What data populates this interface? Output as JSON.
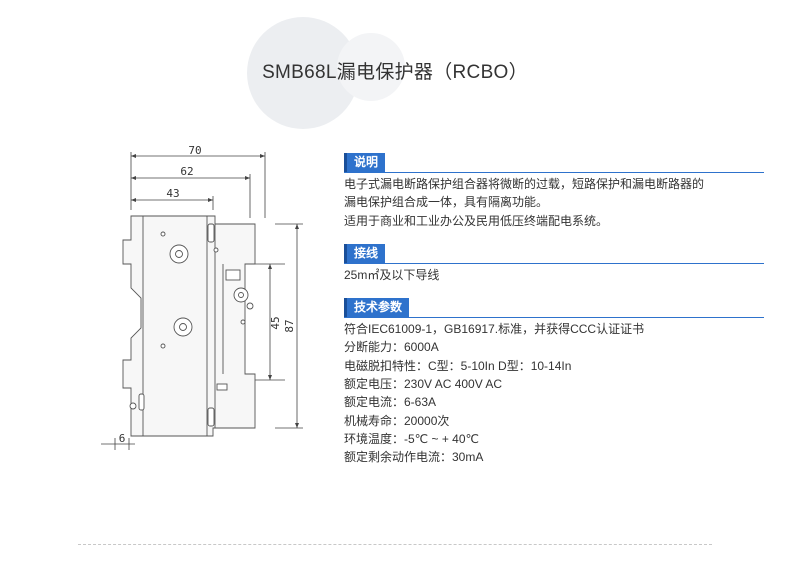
{
  "title": "SMB68L漏电保护器（RCBO）",
  "drawing": {
    "dims": [
      "70",
      "62",
      "43",
      "45",
      "87",
      "6"
    ]
  },
  "sections": [
    {
      "heading": "说明",
      "lines": [
        "电子式漏电断路保护组合器将微断的过载，短路保护和漏电断路器的",
        "漏电保护组合成一体，具有隔离功能。",
        "适用于商业和工业办公及民用低压终端配电系统。"
      ]
    },
    {
      "heading": "接线",
      "lines": [
        "25m㎡及以下导线"
      ]
    },
    {
      "heading": "技术参数",
      "lines": [
        "符合IEC61009-1，GB16917.标准，并获得CCC认证证书",
        "分断能力：6000A",
        "电磁脱扣特性：C型：5-10In D型：10-14In",
        "额定电压：230V AC 400V AC",
        "额定电流：6-63A",
        "机械寿命：20000次",
        "环境温度：-5℃ ~ + 40℃",
        "额定剩余动作电流：30mA"
      ]
    }
  ]
}
